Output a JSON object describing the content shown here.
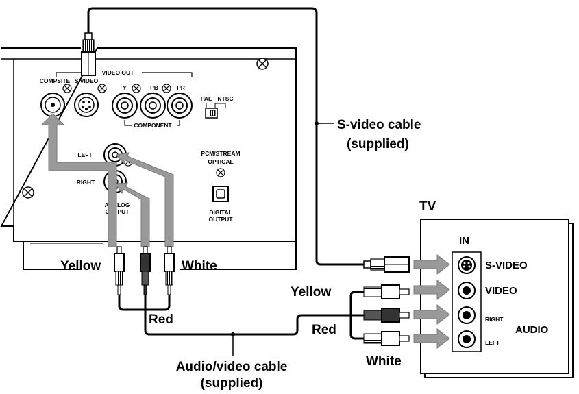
{
  "player_panel": {
    "video_out": "VIDEO OUT",
    "composite": "COMPSITE",
    "s_video": "S VIDEO",
    "y": "Y",
    "pb": "PB",
    "pr": "PR",
    "component": "COMPONENT",
    "pal": "PAL",
    "ntsc": "NTSC",
    "left": "LEFT",
    "right": "RIGHT",
    "analog_output_line1": "ANALOG",
    "analog_output_line2": "OUTPUT",
    "pcm_stream": "PCM/STREAM",
    "optical": "OPTICAL",
    "digital_output_line1": "DIGITAL",
    "digital_output_line2": "OUTPUT"
  },
  "cables": {
    "s_video_line1": "S-video cable",
    "s_video_line2": "(supplied)",
    "av_line1": "Audio/video cable",
    "av_line2": "(supplied)",
    "yellow_left": "Yellow",
    "white_left": "White",
    "red_left": "Red",
    "yellow_right": "Yellow",
    "red_right": "Red",
    "white_right": "White"
  },
  "tv": {
    "title": "TV",
    "in_label": "IN",
    "s_video": "S-VIDEO",
    "video": "VIDEO",
    "right": "RIGHT",
    "left": "LEFT",
    "audio": "AUDIO"
  }
}
